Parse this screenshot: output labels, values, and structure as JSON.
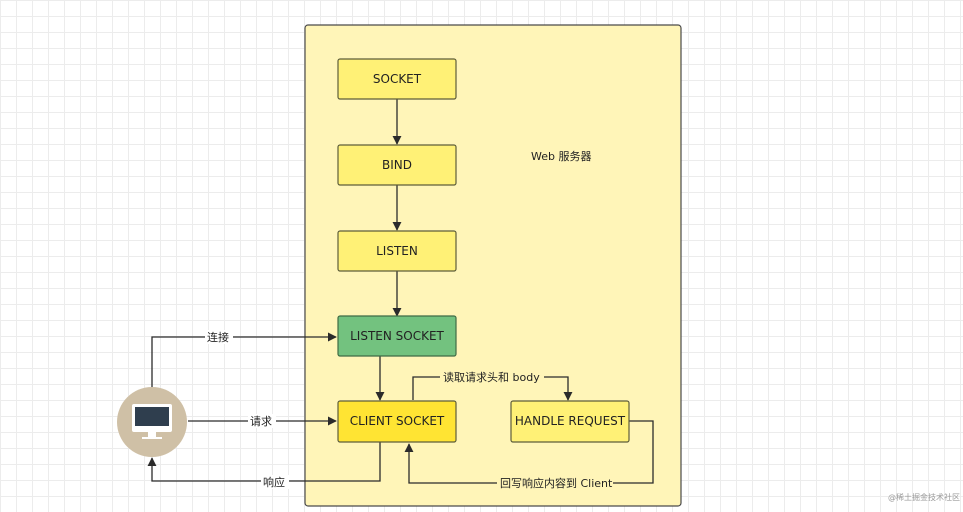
{
  "diagram": {
    "container_label": "Web 服务器",
    "nodes": {
      "socket": "SOCKET",
      "bind": "BIND",
      "listen": "LISTEN",
      "listen_socket": "LISTEN SOCKET",
      "client_socket": "CLIENT SOCKET",
      "handle_request": "HANDLE REQUEST"
    },
    "edges": {
      "connect": "连接",
      "request": "请求",
      "response": "响应",
      "read": "读取请求头和 body",
      "write_back": "回写响应内容到 Client"
    },
    "icons": {
      "client": "desktop-computer-icon"
    }
  },
  "watermark": "@稀土掘金技术社区",
  "colors": {
    "container_fill": "#fff5b8",
    "box_fill": "#fff176",
    "box_stroke": "#5d5d3a",
    "listen_socket_fill": "#73c27f",
    "client_socket_fill": "#ffe433",
    "client_circle": "#cfc0a6"
  }
}
